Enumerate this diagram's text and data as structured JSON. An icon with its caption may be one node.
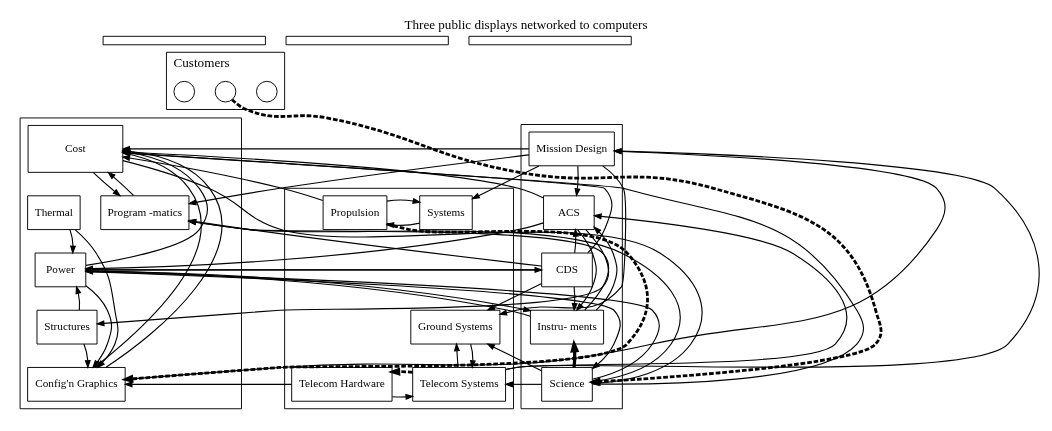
{
  "diagram": {
    "title": "Three public displays networked to computers",
    "nodes": [
      {
        "text": [],
        "shape": "bar"
      },
      {
        "text": [],
        "shape": "bar"
      },
      {
        "text": [],
        "shape": "bar"
      },
      {
        "text": [
          "Customers"
        ]
      },
      {
        "text": [],
        "shape": "circle",
        "in": 3
      },
      {
        "text": [],
        "shape": "circle",
        "in": 3
      },
      {
        "text": [],
        "shape": "circle",
        "in": 3
      },
      {
        "text": [],
        "shape": "box"
      },
      {
        "text": [
          "Cost"
        ],
        "in": 7
      },
      {
        "text": [
          "Thermal"
        ],
        "in": 7
      },
      {
        "text": [
          "Program -matics"
        ],
        "in": 7
      },
      {
        "text": [
          "Power"
        ],
        "in": 7
      },
      {
        "text": [
          "Structures"
        ],
        "in": 7
      },
      {
        "text": [
          "Config'n Graphics"
        ],
        "in": 7
      },
      {
        "text": [],
        "shape": "box"
      },
      {
        "text": [
          "Systems"
        ],
        "in": 14
      },
      {
        "text": [
          "Propulsion"
        ],
        "in": 14
      },
      {
        "text": [
          "Ground Systems"
        ],
        "in": 14
      },
      {
        "text": [
          "Telecom Hardware"
        ],
        "in": 14
      },
      {
        "text": [
          "Telecom Systems"
        ],
        "in": 14
      },
      {
        "text": [],
        "shape": "box"
      },
      {
        "text": [
          "Mission Design"
        ],
        "in": 20
      },
      {
        "text": [
          "ACS"
        ],
        "in": 20
      },
      {
        "text": [
          "CDS"
        ],
        "in": 20
      },
      {
        "text": [
          "Instru- ments"
        ],
        "in": 20
      },
      {
        "text": [
          "Science"
        ],
        "in": 20
      }
    ],
    "edges": [
      {
        "from": 10,
        "to": 8,
        "arrow": "to"
      },
      {
        "from": 8,
        "to": 10,
        "arrow": "to"
      },
      {
        "from": 9,
        "to": 11,
        "arrow": "to"
      },
      {
        "from": 11,
        "to": 8,
        "arrow": "to"
      },
      {
        "from": 12,
        "to": 11,
        "arrow": "to"
      },
      {
        "from": 13,
        "to": 8,
        "arrow": "to"
      },
      {
        "from": 8,
        "to": 13,
        "arrow": "to"
      },
      {
        "from": 9,
        "to": 13,
        "arrow": "to"
      },
      {
        "from": 11,
        "to": 13,
        "arrow": "to"
      },
      {
        "from": 12,
        "to": 13,
        "arrow": "to"
      },
      {
        "from": 18,
        "to": 13,
        "arrow": "to"
      },
      {
        "from": 18,
        "to": 19,
        "arrow": "to"
      },
      {
        "from": 19,
        "to": 18,
        "arrow": "to",
        "style": "dashed"
      },
      {
        "from": 19,
        "to": 17,
        "arrow": "to"
      },
      {
        "from": 17,
        "to": 19,
        "arrow": "to"
      },
      {
        "from": 25,
        "to": 19,
        "arrow": "to"
      },
      {
        "from": 21,
        "to": 22,
        "arrow": "to"
      },
      {
        "from": 23,
        "to": 22,
        "arrow": "to"
      },
      {
        "from": 22,
        "to": 24,
        "arrow": "to"
      },
      {
        "from": 24,
        "to": 22,
        "arrow": "to"
      },
      {
        "from": 23,
        "to": 24,
        "arrow": "to"
      },
      {
        "from": 25,
        "to": 24,
        "arrow": "to",
        "style": "thick"
      },
      {
        "from": 5,
        "to": 25,
        "arrow": "to",
        "style": "dashed"
      },
      {
        "from": 16,
        "to": 13,
        "arrow": "to",
        "style": "dashed"
      },
      {
        "from": 15,
        "to": 16,
        "arrow": "to"
      },
      {
        "from": 16,
        "to": 15,
        "arrow": "to"
      },
      {
        "from": 21,
        "to": 8,
        "arrow": "to"
      },
      {
        "from": 22,
        "to": 8,
        "arrow": "to"
      },
      {
        "from": 23,
        "to": 8,
        "arrow": "to"
      },
      {
        "from": 25,
        "to": 8,
        "arrow": "to"
      },
      {
        "from": 16,
        "to": 8,
        "arrow": "to"
      },
      {
        "from": 21,
        "to": 10,
        "arrow": "to"
      },
      {
        "from": 23,
        "to": 10,
        "arrow": "to"
      },
      {
        "from": 24,
        "to": 10,
        "arrow": "to"
      },
      {
        "from": 25,
        "to": 10,
        "arrow": "to"
      },
      {
        "from": 22,
        "to": 11,
        "arrow": "to"
      },
      {
        "from": 23,
        "to": 11,
        "arrow": "to"
      },
      {
        "from": 24,
        "to": 11,
        "arrow": "to"
      },
      {
        "from": 25,
        "to": 11,
        "arrow": "to"
      },
      {
        "from": 22,
        "to": 12,
        "arrow": "to"
      },
      {
        "from": 21,
        "to": 15,
        "arrow": "to"
      },
      {
        "from": 21,
        "to": 17,
        "arrow": "to"
      },
      {
        "from": 23,
        "to": 17,
        "arrow": "to"
      },
      {
        "from": 25,
        "to": 17,
        "arrow": "to"
      },
      {
        "from": 19,
        "to": 21,
        "arrow": "to"
      },
      {
        "from": 13,
        "to": 21,
        "arrow": "to"
      },
      {
        "from": 19,
        "to": 22,
        "arrow": "to"
      },
      {
        "from": 11,
        "to": 23,
        "arrow": "to"
      },
      {
        "from": 11,
        "to": 24,
        "arrow": "to"
      },
      {
        "from": 11,
        "to": 25,
        "arrow": "to"
      },
      {
        "from": 8,
        "to": 25,
        "arrow": "to"
      }
    ]
  }
}
